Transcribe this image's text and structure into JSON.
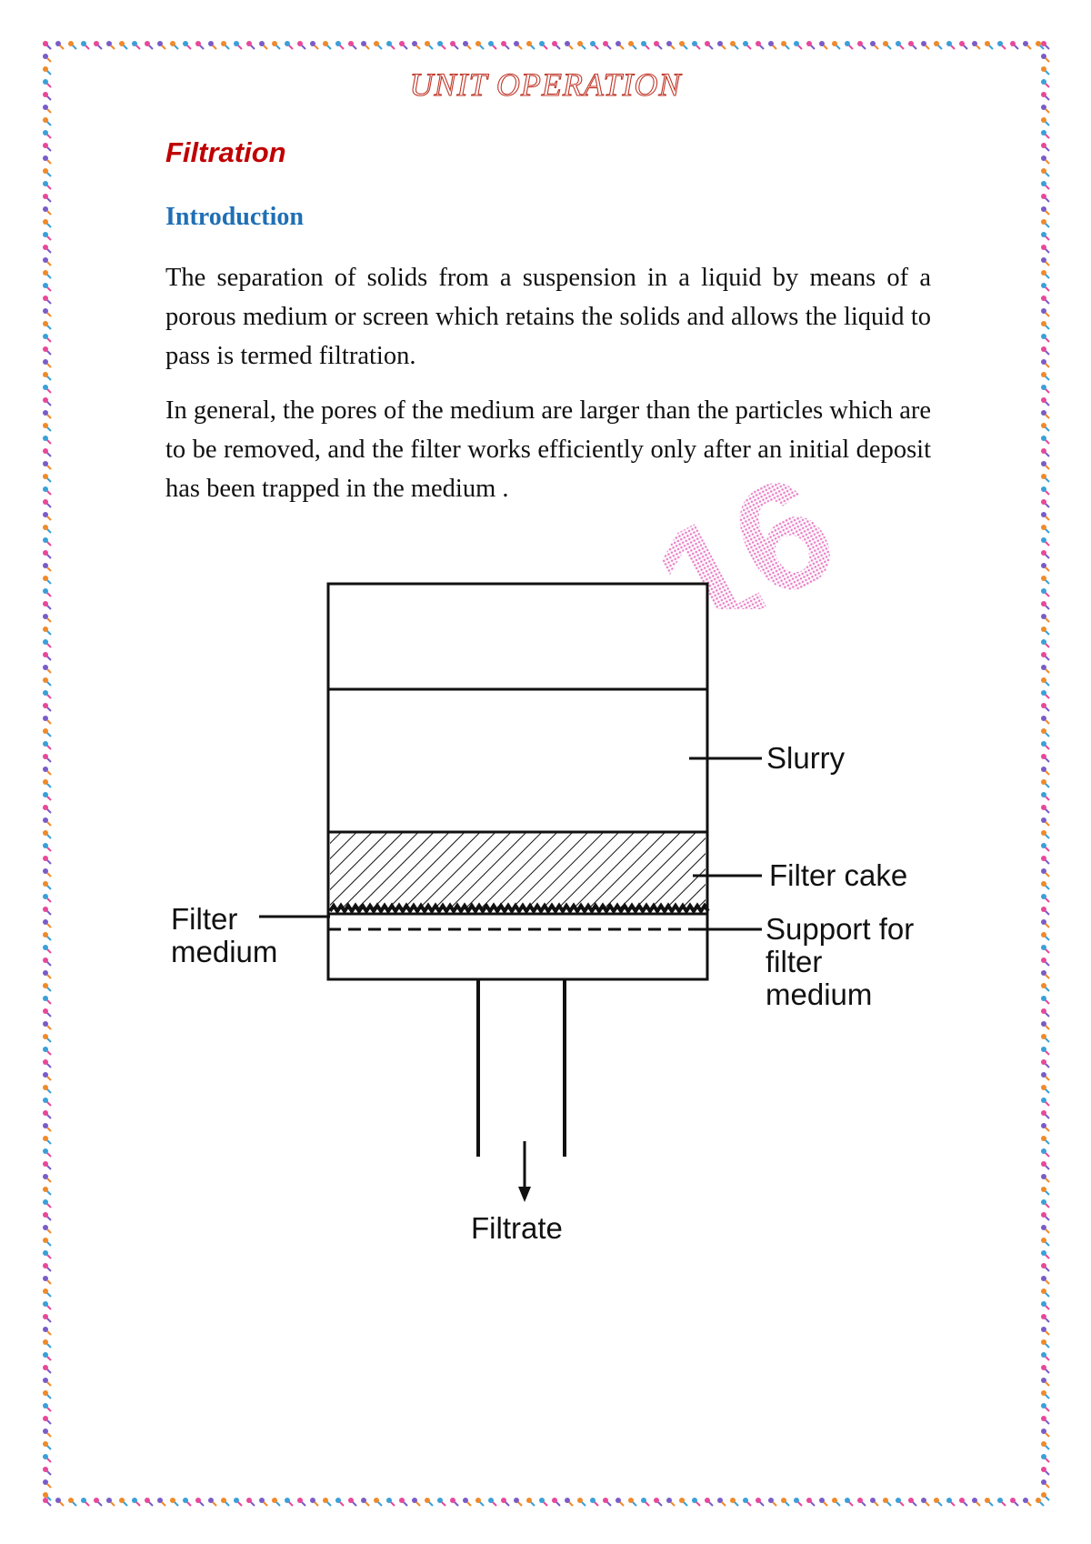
{
  "header": {
    "title": "UNIT OPERATION"
  },
  "section": {
    "title": "Filtration"
  },
  "intro": {
    "heading": "Introduction",
    "paragraph1": "The separation of solids from a suspension in a liquid by means of a porous medium or screen which retains the solids and allows the liquid to pass is termed filtration.",
    "paragraph2": "In general, the pores of the medium are larger than the particles which are to be removed, and the filter works efficiently only after an initial deposit has been trapped in the medium ."
  },
  "diagram": {
    "labels": {
      "slurry": "Slurry",
      "filter_cake": "Filter cake",
      "support_line1": "Support for",
      "support_line2": "filter",
      "support_line3": "medium",
      "filter_medium_line1": "Filter",
      "filter_medium_line2": "medium",
      "filtrate": "Filtrate"
    }
  },
  "watermark": {
    "text": "16",
    "color": "#e880c8"
  },
  "border": {
    "colors": [
      "#e8489a",
      "#7a5cc8",
      "#f08a2a",
      "#3aa0d8"
    ]
  }
}
